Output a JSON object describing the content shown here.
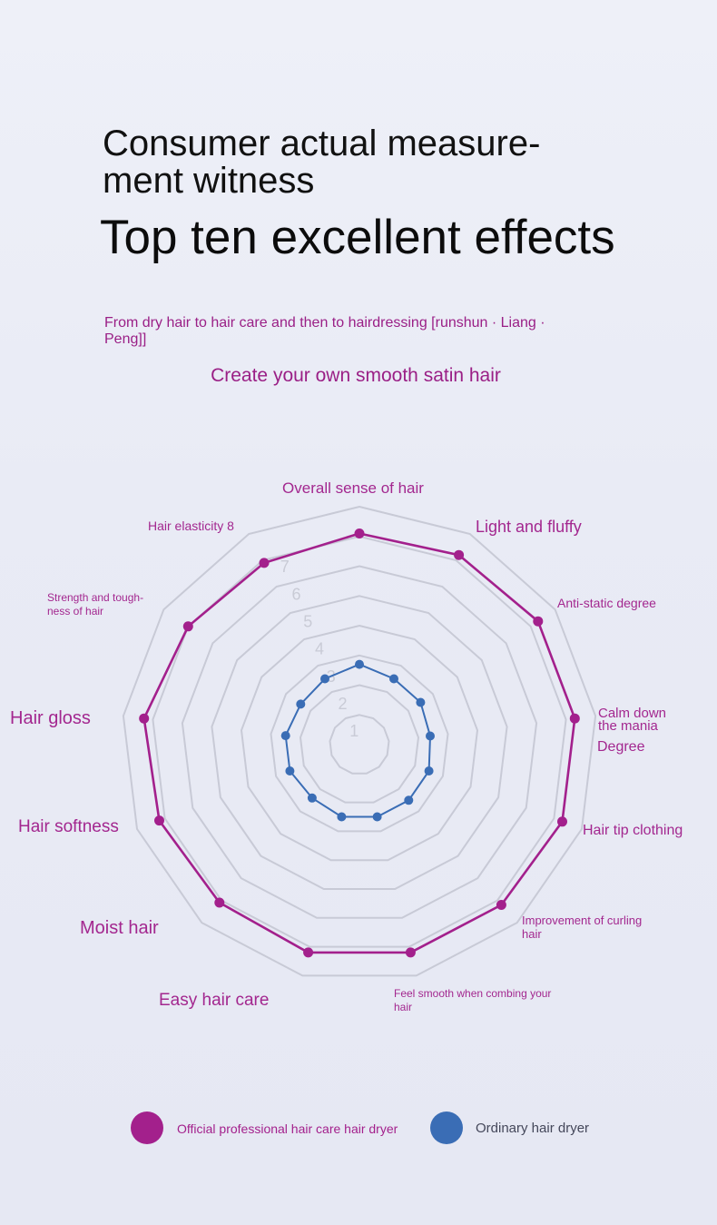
{
  "header": {
    "title_line1": "Consumer actual measure-",
    "title_line2": "ment witness",
    "headline": "Top ten excellent effects",
    "subtitle_line1": "From dry hair to hair care and then to hairdressing [runshun · Liang ·",
    "subtitle_line2": "Peng]]",
    "tagline": "Create your own smooth satin hair"
  },
  "chart_data": {
    "type": "radar",
    "axes": [
      [
        "Overall sense of hair"
      ],
      [
        "Light and fluffy"
      ],
      [
        "Anti-static degree"
      ],
      [
        "Calm down",
        "the mania",
        "Degree"
      ],
      [
        "Hair tip clothing"
      ],
      [
        "Improvement of curling",
        "hair"
      ],
      [
        "Feel smooth when combing your",
        "hair"
      ],
      [
        "Easy hair care"
      ],
      [
        "Moist hair"
      ],
      [
        "Hair softness"
      ],
      [
        "Hair gloss"
      ],
      [
        "Strength and tough-",
        "ness of hair"
      ],
      [
        "Hair elasticity 8"
      ]
    ],
    "scale_ticks": [
      "1",
      "2",
      "3",
      "4",
      "5",
      "6",
      "7"
    ],
    "range": [
      0,
      8
    ],
    "grid": true,
    "legend_position": "bottom",
    "series": [
      {
        "name": "Official professional hair care hair dryer",
        "color": "#a3208c",
        "values": [
          7.1,
          7.2,
          7.3,
          7.3,
          7.3,
          7.2,
          7.2,
          7.2,
          7.1,
          7.2,
          7.3,
          7.0,
          6.9
        ]
      },
      {
        "name": "Ordinary hair dryer",
        "color": "#3a6db5",
        "values": [
          2.7,
          2.5,
          2.5,
          2.4,
          2.5,
          2.5,
          2.5,
          2.5,
          2.4,
          2.5,
          2.5,
          2.4,
          2.5
        ]
      }
    ]
  },
  "legend": {
    "official_label": "Official professional hair care hair dryer",
    "ordinary_label": "Ordinary hair dryer"
  }
}
